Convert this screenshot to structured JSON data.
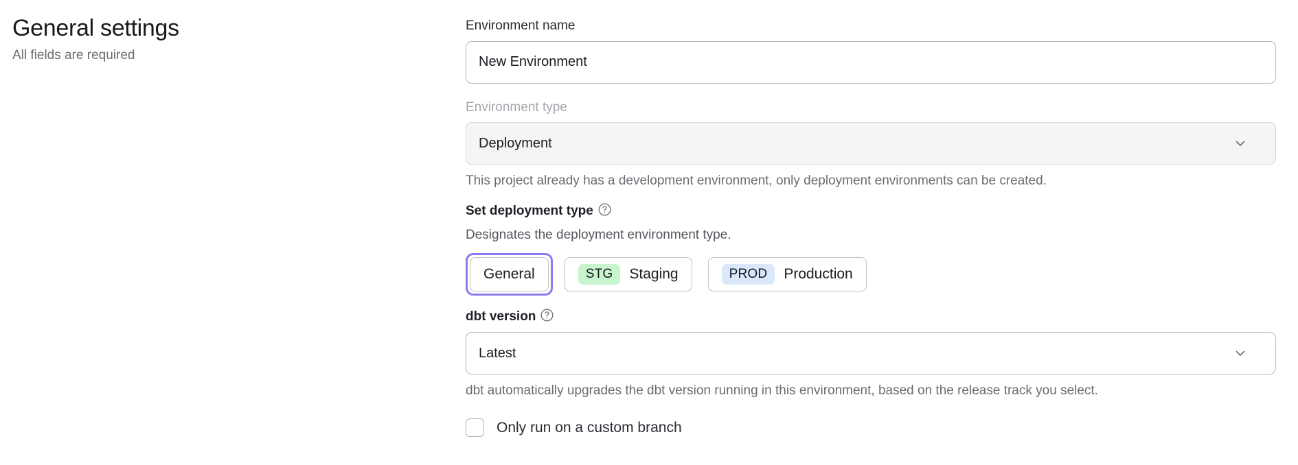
{
  "header": {
    "title": "General settings",
    "subtitle": "All fields are required"
  },
  "form": {
    "environment_name": {
      "label": "Environment name",
      "value": "New Environment"
    },
    "environment_type": {
      "label": "Environment type",
      "value": "Deployment",
      "disabled": true,
      "chevron_icon": "chevron-down-icon",
      "help_text": "This project already has a development environment, only deployment environments can be created."
    },
    "deployment_type": {
      "label": "Set deployment type",
      "help_icon": "question-mark-circle-icon",
      "description": "Designates the deployment environment type.",
      "selected": "General",
      "options": [
        {
          "label": "General",
          "badge": null,
          "badge_color": null,
          "focused": true
        },
        {
          "label": "Staging",
          "badge": "STG",
          "badge_color": "#c8f5cd",
          "focused": false
        },
        {
          "label": "Production",
          "badge": "PROD",
          "badge_color": "#dbe8fb",
          "focused": false
        }
      ]
    },
    "dbt_version": {
      "label": "dbt version",
      "help_icon": "question-mark-circle-icon",
      "value": "Latest",
      "chevron_icon": "chevron-down-icon",
      "help_text": "dbt automatically upgrades the dbt version running in this environment, based on the release track you select."
    },
    "custom_branch": {
      "label": "Only run on a custom branch",
      "checked": false
    }
  },
  "colors": {
    "focus_ring": "#8a7cf0",
    "badge_staging": "#c8f5cd",
    "badge_production": "#dbe8fb",
    "disabled_bg": "#f5f5f6"
  }
}
